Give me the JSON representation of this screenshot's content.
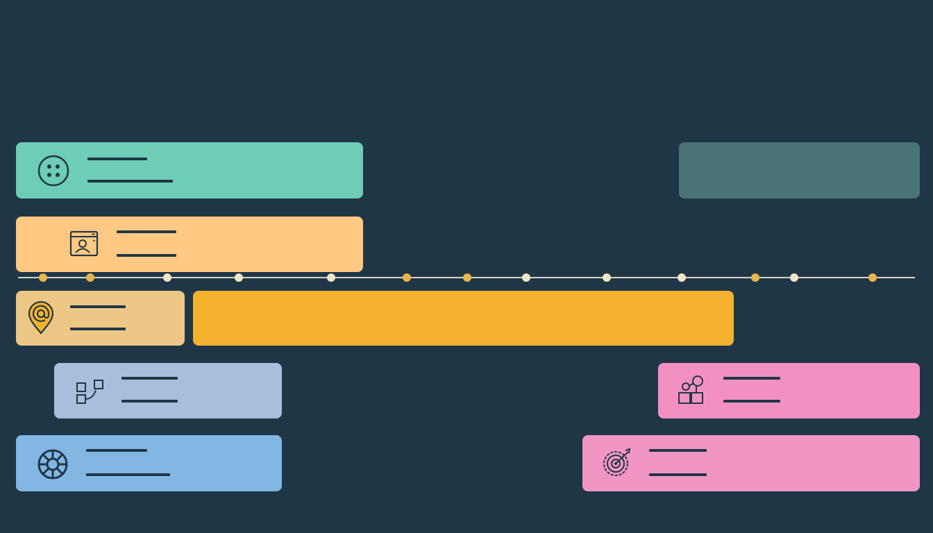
{
  "colors": {
    "background": "#1f3646",
    "teal": "#6dcdb5",
    "teal_muted": "#497379",
    "peach": "#ffc983",
    "tan": "#edc786",
    "amber": "#f5b22f",
    "lavender": "#a8bedc",
    "sky": "#82b6e3",
    "pink": "#f291c1",
    "pink_light": "#f196c3",
    "ink": "#1f3646",
    "timeline": "#d9d6cc",
    "dot_gold": "#eab54a",
    "dot_cream": "#f2e6c7"
  },
  "bars": [
    {
      "name": "bar-teal",
      "color": "teal",
      "icon": "dots-grid-icon"
    },
    {
      "name": "bar-teal-muted",
      "color": "teal_muted",
      "icon": ""
    },
    {
      "name": "bar-peach",
      "color": "peach",
      "icon": "profile-window-icon"
    },
    {
      "name": "bar-tan",
      "color": "tan",
      "icon": "at-location-pin-icon"
    },
    {
      "name": "bar-amber",
      "color": "amber",
      "icon": ""
    },
    {
      "name": "bar-lavender",
      "color": "lavender",
      "icon": "flow-nodes-icon"
    },
    {
      "name": "bar-pink-top",
      "color": "pink",
      "icon": "shapes-icon"
    },
    {
      "name": "bar-sky",
      "color": "sky",
      "icon": "lifebuoy-icon"
    },
    {
      "name": "bar-pink-bottom",
      "color": "pink_light",
      "icon": "target-gear-icon"
    }
  ],
  "timeline": {
    "dots": [
      "gold",
      "gold",
      "cream",
      "cream",
      "cream",
      "gold",
      "gold",
      "cream",
      "cream",
      "cream",
      "gold",
      "cream",
      "gold"
    ]
  }
}
